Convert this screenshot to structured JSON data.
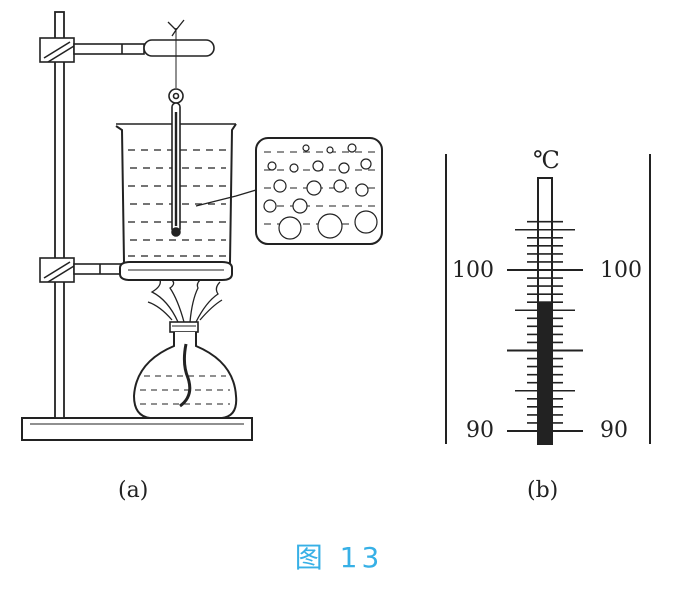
{
  "figure": {
    "caption": "图 13",
    "panel_a_label": "(a)",
    "panel_b_label": "(b)"
  },
  "thermometer": {
    "unit": "℃",
    "scale_label_top": "100",
    "scale_label_bottom": "90",
    "scale_min": 90,
    "scale_max": 100,
    "reading": 98
  },
  "colors": {
    "line": "#222222",
    "caption": "#37b0e6"
  }
}
